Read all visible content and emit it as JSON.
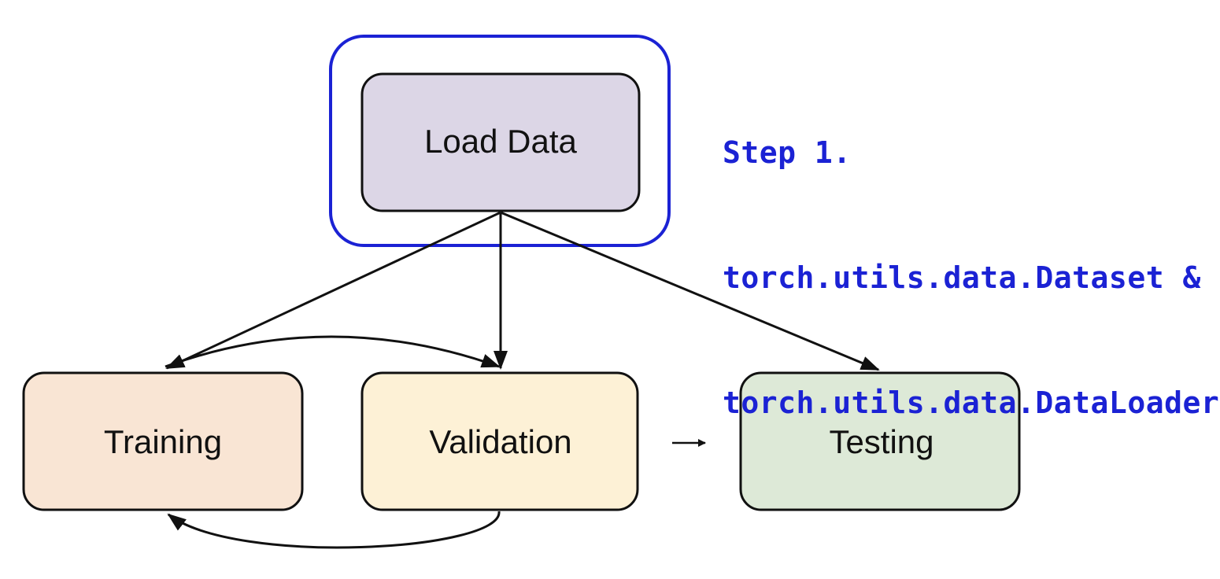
{
  "nodes": {
    "load_data": {
      "label": "Load Data",
      "fill": "#dcd6e6"
    },
    "training": {
      "label": "Training",
      "fill": "#f9e5d4"
    },
    "validation": {
      "label": "Validation",
      "fill": "#fdf1d6"
    },
    "testing": {
      "label": "Testing",
      "fill": "#dde9d7"
    }
  },
  "highlight": {
    "color": "#1b22d4"
  },
  "annotation": {
    "step": "Step 1.",
    "line1": "torch.utils.data.Dataset &",
    "line2": "torch.utils.data.DataLoader",
    "color": "#1b22d4"
  },
  "edges": [
    {
      "from": "Load Data",
      "to": "Training"
    },
    {
      "from": "Load Data",
      "to": "Validation"
    },
    {
      "from": "Load Data",
      "to": "Testing"
    },
    {
      "from": "Training",
      "to": "Validation"
    },
    {
      "from": "Validation",
      "to": "Training"
    },
    {
      "from": "Validation",
      "to": "Testing"
    }
  ]
}
